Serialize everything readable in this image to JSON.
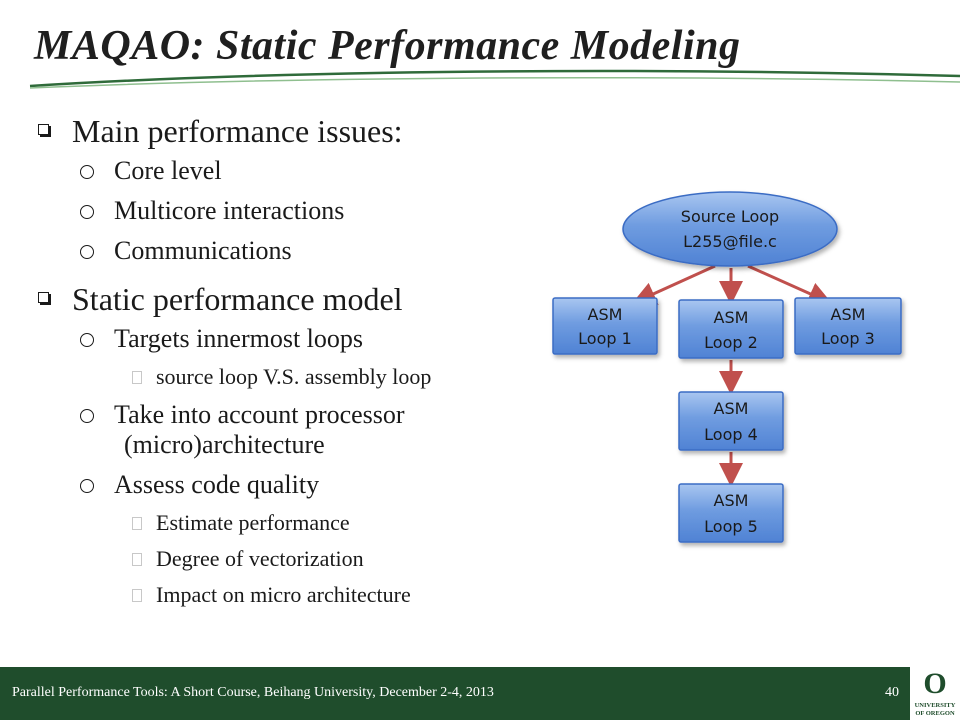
{
  "slide": {
    "title": "MAQAO: Static Performance Modeling"
  },
  "bullets": [
    {
      "text": "Main performance issues:",
      "children": [
        {
          "text": "Core level"
        },
        {
          "text": "Multicore interactions"
        },
        {
          "text": "Communications"
        }
      ]
    },
    {
      "text": "Static performance model",
      "children": [
        {
          "text": "Targets innermost loops",
          "children": [
            "source loop V.S. assembly loop"
          ]
        },
        {
          "text": "Take into account processor",
          "cont": "(micro)architecture"
        },
        {
          "text": "Assess code quality",
          "children": [
            "Estimate performance",
            "Degree of vectorization",
            "Impact on micro architecture"
          ]
        }
      ]
    }
  ],
  "diagram": {
    "source": {
      "line1": "Source Loop",
      "line2": "L255@file.c"
    },
    "asm": [
      {
        "line1": "ASM",
        "line2": "Loop 1"
      },
      {
        "line1": "ASM",
        "line2": "Loop 2"
      },
      {
        "line1": "ASM",
        "line2": "Loop 3"
      },
      {
        "line1": "ASM",
        "line2": "Loop 4"
      },
      {
        "line1": "ASM",
        "line2": "Loop 5"
      }
    ],
    "colors": {
      "node_fill": "#6f9ce0",
      "node_stroke": "#3b6cc4",
      "arrow": "#c0504d"
    }
  },
  "footer": {
    "text": "Parallel Performance Tools: A Short Course, Beihang University, December 2-4, 2013",
    "page": "40",
    "logo_letter": "O",
    "logo_line1": "UNIVERSITY",
    "logo_line2": "OF OREGON",
    "bar_color": "#1f4d2c"
  }
}
